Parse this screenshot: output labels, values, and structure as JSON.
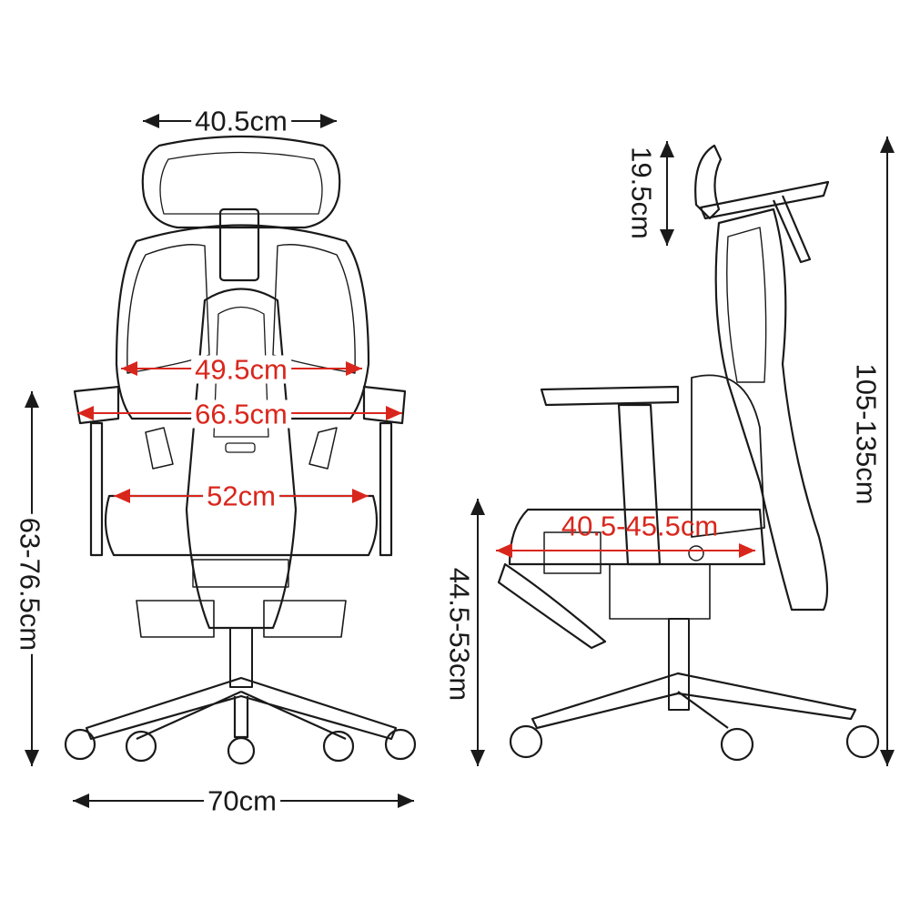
{
  "colors": {
    "line": "#1a1a1a",
    "accent": "#d9261c",
    "background": "#ffffff"
  },
  "front_view": {
    "headrest_width": "40.5cm",
    "backrest_width": "49.5cm",
    "armrest_width": "66.5cm",
    "seat_width": "52cm",
    "armrest_height": "63-76.5cm",
    "base_width": "70cm"
  },
  "side_view": {
    "headrest_height": "19.5cm",
    "total_height": "105-135cm",
    "seat_depth": "40.5-45.5cm",
    "seat_height": "44.5-53cm"
  }
}
